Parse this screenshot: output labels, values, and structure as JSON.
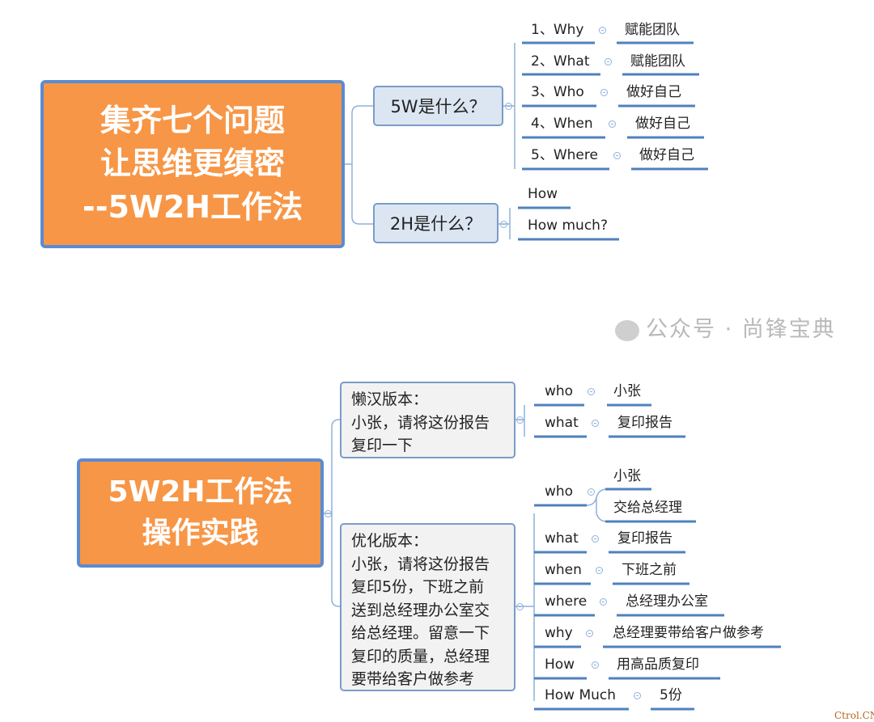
{
  "map1": {
    "root": [
      "集齐七个问题",
      "让思维更缜密",
      "--5W2H工作法"
    ],
    "branch_5w": "5W是什么？",
    "branch_2h": "2H是什么？",
    "w_items": [
      {
        "key": "1、Why",
        "value": "赋能团队"
      },
      {
        "key": "2、What",
        "value": "赋能团队"
      },
      {
        "key": "3、Who",
        "value": "做好自己"
      },
      {
        "key": "4、When",
        "value": "做好自己"
      },
      {
        "key": "5、Where",
        "value": "做好自己"
      }
    ],
    "h_items": [
      "How",
      "How much?"
    ]
  },
  "map2": {
    "root": [
      "5W2H工作法",
      "操作实践"
    ],
    "lazy": {
      "lines": [
        "懒汉版本：",
        "小张，请将这份报告",
        "复印一下"
      ],
      "items": [
        {
          "key": "who",
          "value": "小张"
        },
        {
          "key": "what",
          "value": "复印报告"
        }
      ]
    },
    "optimized": {
      "lines": [
        "优化版本：",
        "小张，请将这份报告",
        "复印5份，下班之前",
        "送到总经理办公室交",
        "给总经理。留意一下",
        "复印的质量，总经理",
        "要带给客户做参考"
      ],
      "who": {
        "key": "who",
        "values": [
          "小张",
          "交给总经理"
        ]
      },
      "items": [
        {
          "key": "what",
          "value": "复印报告"
        },
        {
          "key": "when",
          "value": "下班之前"
        },
        {
          "key": "where",
          "value": "总经理办公室"
        },
        {
          "key": "why",
          "value": "总经理要带给客户做参考"
        },
        {
          "key": "How",
          "value": "用高品质复印"
        },
        {
          "key": "How Much",
          "value": "5份"
        }
      ]
    }
  },
  "watermark": "公众号 · 尚锋宝典",
  "corner_mark": "Ctrol.CN",
  "colors": {
    "root_fill": "#F79646",
    "root_border": "#5B8BD0",
    "branch_fill": "#DCE6F2",
    "note_fill": "#F2F2F2",
    "underline": "#4F81BD"
  }
}
